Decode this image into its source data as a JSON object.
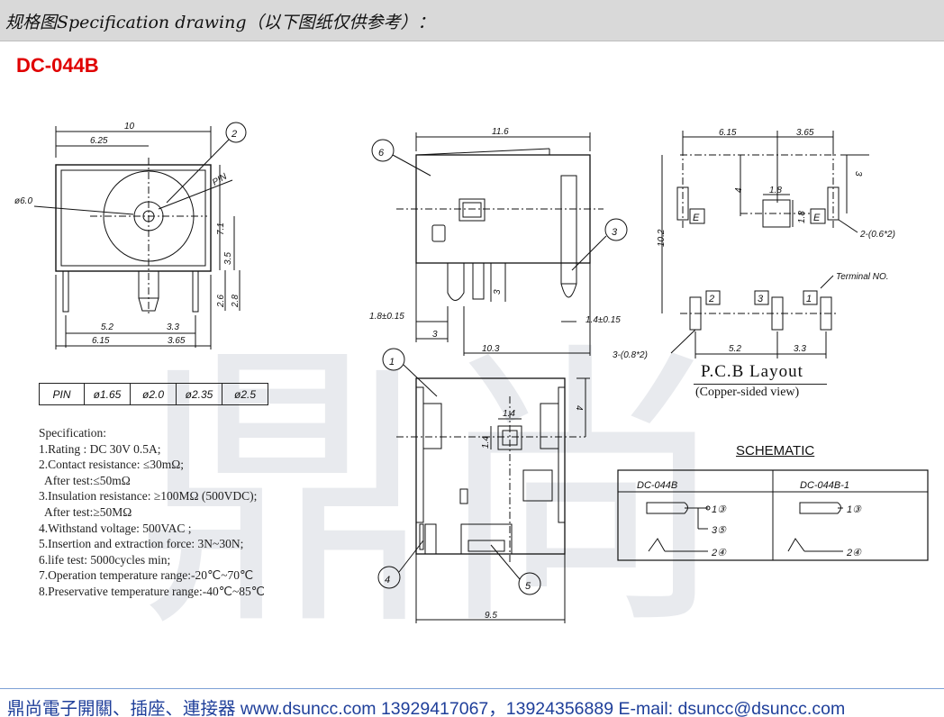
{
  "header": {
    "title": "规格图Specification drawing（以下图纸仅供参考）："
  },
  "model": "DC-044B",
  "watermark": "鼎尚",
  "front_view": {
    "dims": [
      "10",
      "6.25",
      "7.1",
      "3.5",
      "2.6",
      "2.8",
      "5.2",
      "3.3",
      "6.15",
      "3.65"
    ],
    "diameter": "ø6.0",
    "pin_label": "PIN"
  },
  "side_view": {
    "dims": [
      "11.6",
      "1.8±0.15",
      "3",
      "1.4±0.15",
      "3",
      "10.3"
    ]
  },
  "bottom_view": {
    "dims": [
      "1.4",
      "1.4",
      "4",
      "9.5"
    ]
  },
  "callouts": [
    "1",
    "2",
    "3",
    "4",
    "5",
    "6"
  ],
  "pcb": {
    "dims": [
      "6.15",
      "3.65",
      "3",
      "4",
      "1.8",
      "1.8",
      "10.2",
      "5.2",
      "3.3"
    ],
    "hole_note_a": "2-(0.6*2)",
    "hole_note_b": "3-(0.8*2)",
    "terminal_note": "Terminal NO.",
    "title": "P.C.B Layout",
    "subtitle": "(Copper-sided view)",
    "pads": [
      "E",
      "E",
      "2",
      "3",
      "1"
    ]
  },
  "pin_table": {
    "cells": [
      "PIN",
      "ø1.65",
      "ø2.0",
      "ø2.35",
      "ø2.5"
    ]
  },
  "specification": {
    "title": "Specification:",
    "lines": [
      "1.Rating : DC 30V 0.5A;",
      "2.Contact resistance: ≤30mΩ;",
      "  After test:≤50mΩ",
      "3.Insulation resistance: ≥100MΩ (500VDC);",
      "  After test:≥50MΩ",
      "4.Withstand voltage: 500VAC ;",
      "5.Insertion and extraction force: 3N~30N;",
      "6.life test: 5000cycles min;",
      "7.Operation temperature range:-20℃~70℃",
      "8.Preservative temperature range:-40℃~85℃"
    ]
  },
  "schematic": {
    "title": "SCHEMATIC",
    "col_a": "DC-044B",
    "col_b": "DC-044B-1",
    "a_rows": [
      "1③",
      "3⑤",
      "2④"
    ],
    "b_rows": [
      "1③",
      "2④"
    ]
  },
  "footer": {
    "text": "鼎尚電子開關、插座、連接器  www.dsuncc.com  13929417067，13924356889  E-mail: dsuncc@dsuncc.com"
  }
}
